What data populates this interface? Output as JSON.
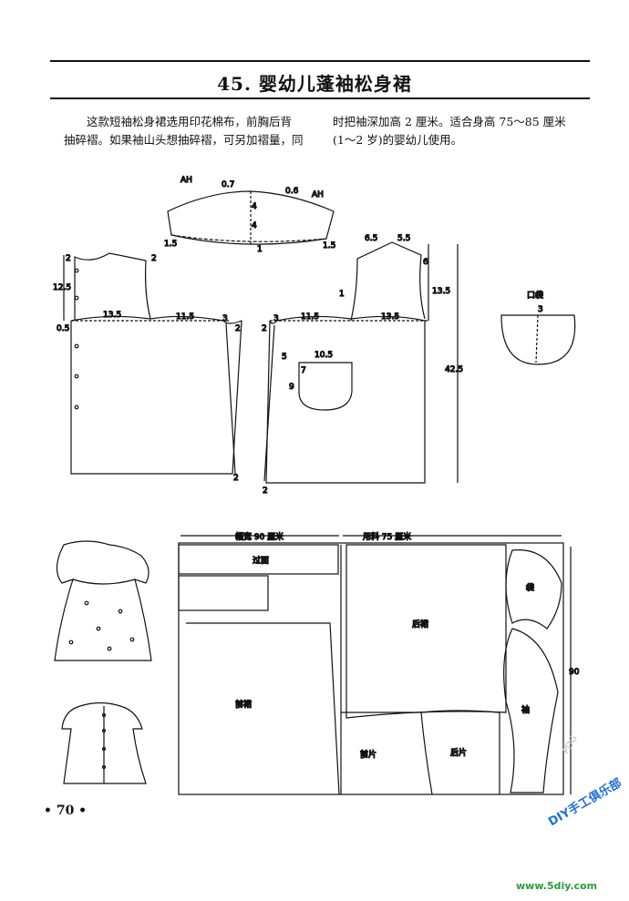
{
  "header": {
    "title": "45. 婴幼儿蓬袖松身裙"
  },
  "intro": {
    "col1": [
      "这款短袖松身裙选用印花棉布，前胸后背",
      "抽碎褶。如果袖山头想抽碎褶，可另加褶量，同"
    ],
    "col2": [
      "时把袖深加高 2 厘米。适合身高 75～85 厘米",
      "(1～2 岁)的婴幼儿使用。"
    ]
  },
  "sleeve": {
    "ah_left": "AH",
    "ah_right": "AH",
    "d07": "0.7",
    "d06": "0.6",
    "d4a": "4",
    "d4b": "4",
    "d15l": "1.5",
    "d15r": "1.5",
    "d1": "1"
  },
  "back": {
    "d2a": "2",
    "d2b": "2",
    "d125": "12.5",
    "d135": "13.5",
    "d115": "11.5",
    "d3": "3",
    "d2c": "2",
    "d05": "0.5",
    "d2d": "2"
  },
  "front": {
    "d65": "6.5",
    "d55": "5.5",
    "d6": "6",
    "d1": "1",
    "d135": "13.5",
    "d115": "11.5",
    "d3": "3",
    "d2a": "2",
    "d135b": "13.5",
    "d5": "5",
    "d105": "10.5",
    "d7": "7",
    "d9": "9",
    "d425": "42.5",
    "d2b": "2"
  },
  "pocket": {
    "label": "口袋",
    "d3": "3"
  },
  "layout": {
    "width_label": "幅宽 90 厘米",
    "fabric_label": "用料 75 厘米",
    "facing": "过面",
    "back_skirt": "后裙",
    "pocket": "袋",
    "front_skirt": "前裙",
    "sleeve": "袖",
    "front_piece": "前片",
    "back_piece": "后片",
    "side_value": "90"
  },
  "footer": {
    "page_number": "• 70 •",
    "logo_text": "DIY手工俱乐部",
    "site": "www.5diy.com",
    "watermark": "PDG"
  }
}
